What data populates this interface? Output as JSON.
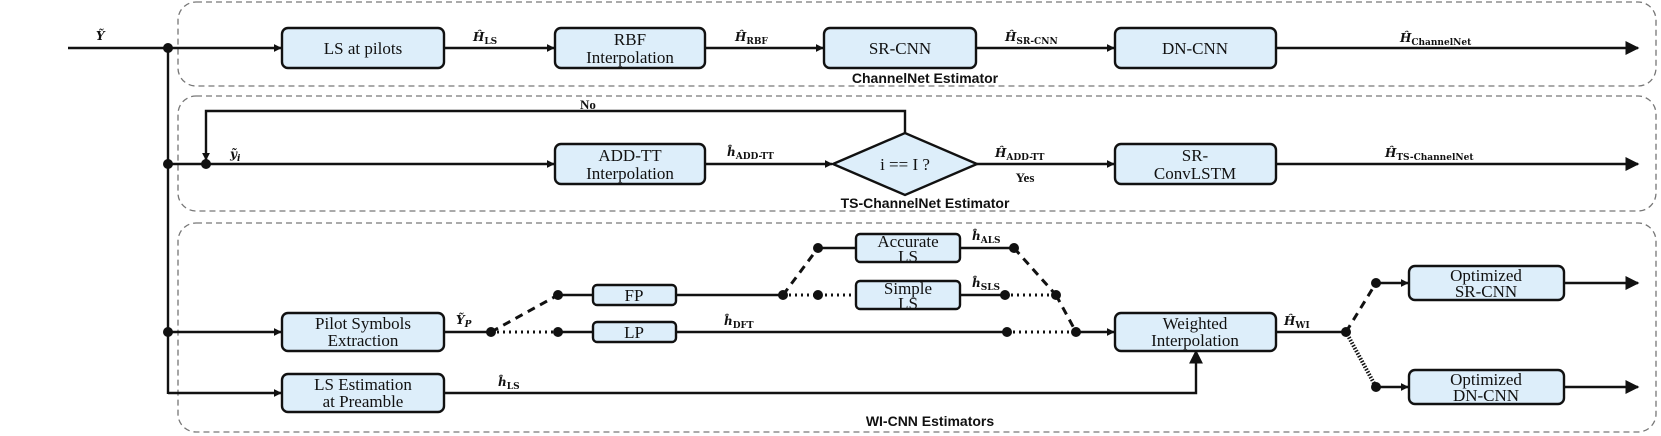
{
  "input": {
    "y": "Ỹ"
  },
  "groups": {
    "channelnet": "ChannelNet Estimator",
    "ts_channelnet": "TS-ChannelNet Estimator",
    "wi_cnn": "WI-CNN Estimators"
  },
  "blocks": {
    "ls_pilots": "LS at pilots",
    "rbf_1": "RBF",
    "rbf_2": "Interpolation",
    "sr_cnn": "SR-CNN",
    "dn_cnn": "DN-CNN",
    "add_tt_1": "ADD-TT",
    "add_tt_2": "Interpolation",
    "decision": "i == I ?",
    "sr_convlstm_1": "SR-",
    "sr_convlstm_2": "ConvLSTM",
    "accurate_1": "Accurate",
    "accurate_2": "LS",
    "simple_1": "Simple",
    "simple_2": "LS",
    "fp": "FP",
    "lp": "LP",
    "pilot_1": "Pilot Symbols",
    "pilot_2": "Extraction",
    "preamble_1": "LS Estimation",
    "preamble_2": "at Preamble",
    "weighted_1": "Weighted",
    "weighted_2": "Interpolation",
    "opt_sr_1": "Optimized",
    "opt_sr_2": "SR-CNN",
    "opt_dn_1": "Optimized",
    "opt_dn_2": "DN-CNN"
  },
  "signals": {
    "h_ls_base": "Ĥ",
    "h_ls_sub": "LS",
    "h_rbf_base": "Ĥ",
    "h_rbf_sub": "RBF",
    "h_srcnn_base": "Ĥ",
    "h_srcnn_sub": "SR-CNN",
    "h_channelnet_base": "Ĥ",
    "h_channelnet_sub": "ChannelNet",
    "y_i_base": "ỹ",
    "y_i_sub": "i",
    "h_addtt_i_base": "ĥ",
    "h_addtt_i_sub": "ADD-TT",
    "h_addtt_base": "Ĥ",
    "h_addtt_sub": "ADD-TT",
    "h_tschannelnet_base": "Ĥ",
    "h_tschannelnet_sub": "TS-ChannelNet",
    "h_als_base": "ĥ",
    "h_als_sub": "ALS",
    "h_sls_base": "ĥ",
    "h_sls_sub": "SLS",
    "y_p_base": "Ỹ",
    "y_p_sub": "P",
    "h_dft_base": "ĥ",
    "h_dft_sub": "DFT",
    "h_wi_base": "Ĥ",
    "h_wi_sub": "WI",
    "h_ls_pre_base": "ĥ",
    "h_ls_pre_sub": "LS"
  },
  "labels": {
    "no": "No",
    "yes": "Yes"
  }
}
